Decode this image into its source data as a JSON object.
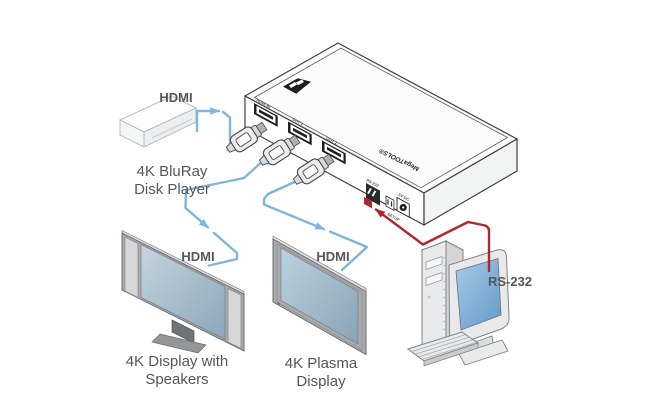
{
  "diagram": {
    "source": {
      "name_lines": [
        "4K BluRay",
        "Disk Player"
      ],
      "connection": "HDMI"
    },
    "switcher": {
      "brand": "MegaTOOLS®",
      "logo": "kramer-logo",
      "front_ports": [
        {
          "label": "HDMI IN"
        },
        {
          "label": "OUT 1"
        },
        {
          "label": "OUT 2"
        }
      ],
      "rear": {
        "rs232_label": "RS-232",
        "setup_label": "SETUP",
        "power_label": "5V DC"
      }
    },
    "display_left": {
      "name_lines": [
        "4K Display with",
        "Speakers"
      ],
      "connection": "HDMI"
    },
    "display_right": {
      "name_lines": [
        "4K Plasma",
        "Display"
      ],
      "connection": "HDMI"
    },
    "computer": {
      "connection": "RS-232"
    },
    "colors": {
      "hdmi_cable": "#7FB5DB",
      "rs232_cable": "#B2252A",
      "label_text": "#54565A",
      "device_outline": "#404042"
    }
  }
}
